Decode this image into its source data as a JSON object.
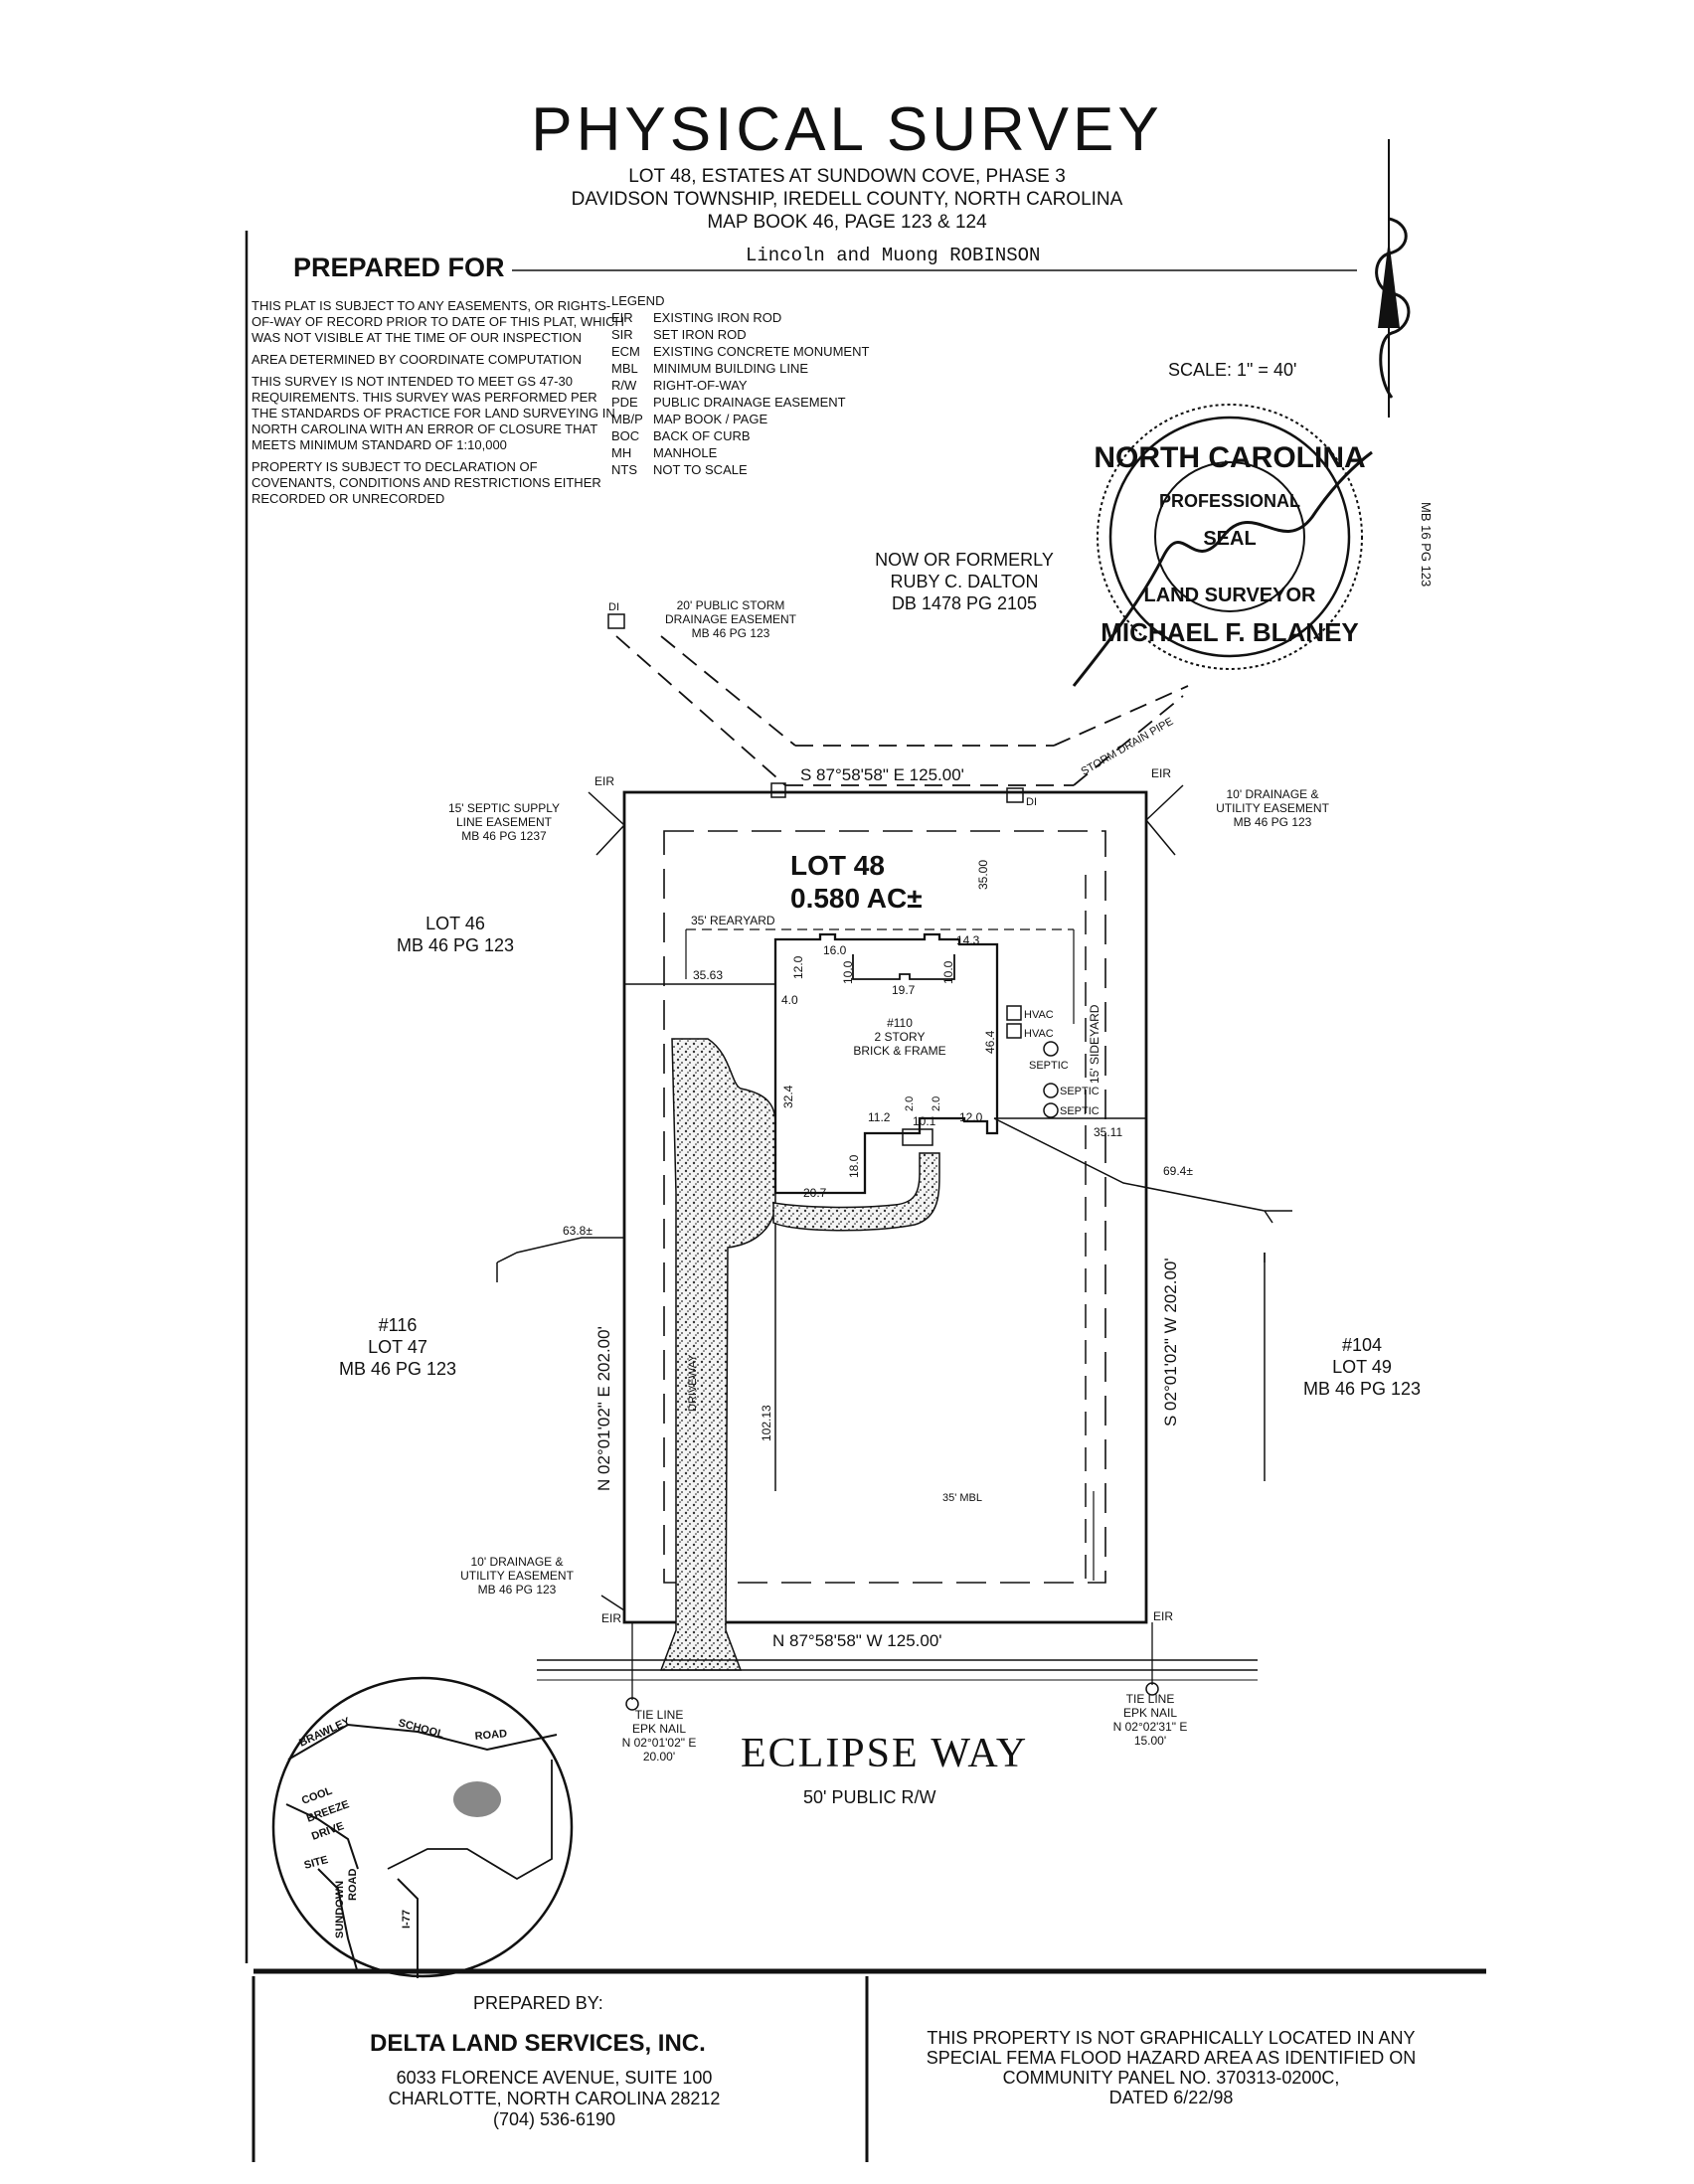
{
  "header": {
    "title": "PHYSICAL SURVEY",
    "line1": "LOT 48, ESTATES AT SUNDOWN COVE, PHASE 3",
    "line2": "DAVIDSON TOWNSHIP, IREDELL COUNTY, NORTH CAROLINA",
    "line3": "MAP BOOK 46, PAGE 123 & 124"
  },
  "prepared_for": {
    "label": "PREPARED FOR",
    "client": "Lincoln and Muong ROBINSON"
  },
  "notes": [
    "THIS PLAT IS SUBJECT TO ANY EASEMENTS, OR RIGHTS-OF-WAY OF RECORD PRIOR TO DATE OF THIS PLAT, WHICH WAS NOT VISIBLE AT THE TIME OF OUR INSPECTION",
    "AREA DETERMINED BY COORDINATE COMPUTATION",
    "THIS SURVEY IS NOT INTENDED TO MEET GS 47-30 REQUIREMENTS. THIS SURVEY WAS PERFORMED PER THE STANDARDS OF PRACTICE FOR LAND SURVEYING IN NORTH CAROLINA WITH AN ERROR OF CLOSURE THAT MEETS MINIMUM STANDARD OF 1:10,000",
    "PROPERTY IS SUBJECT TO DECLARATION OF COVENANTS, CONDITIONS AND RESTRICTIONS EITHER RECORDED OR UNRECORDED"
  ],
  "legend": {
    "title": "LEGEND",
    "items": [
      {
        "k": "EIR",
        "v": "EXISTING IRON ROD"
      },
      {
        "k": "SIR",
        "v": "SET IRON ROD"
      },
      {
        "k": "ECM",
        "v": "EXISTING CONCRETE MONUMENT"
      },
      {
        "k": "MBL",
        "v": "MINIMUM BUILDING LINE"
      },
      {
        "k": "R/W",
        "v": "RIGHT-OF-WAY"
      },
      {
        "k": "PDE",
        "v": "PUBLIC DRAINAGE EASEMENT"
      },
      {
        "k": "MB/P",
        "v": "MAP BOOK / PAGE"
      },
      {
        "k": "BOC",
        "v": "BACK OF CURB"
      },
      {
        "k": "MH",
        "v": "MANHOLE"
      },
      {
        "k": "NTS",
        "v": "NOT TO SCALE"
      }
    ]
  },
  "scale": "SCALE: 1\" = 40'",
  "seal": {
    "top": "NORTH CAROLINA",
    "mid": "PROFESSIONAL",
    "seal": "SEAL",
    "bottom": "LAND SURVEYOR",
    "name": "MICHAEL F. BLANEY"
  },
  "side_ref": "MB 16 PG 123",
  "neighbors": {
    "north": [
      "NOW OR FORMERLY",
      "RUBY C. DALTON",
      "DB 1478 PG 2105"
    ],
    "west_top": [
      "LOT 46",
      "MB 46 PG 123"
    ],
    "west": [
      "#116",
      "LOT 47",
      "MB 46 PG 123"
    ],
    "east": [
      "#104",
      "LOT 49",
      "MB 46 PG 123"
    ]
  },
  "easements": {
    "storm": [
      "20' PUBLIC STORM",
      "DRAINAGE EASEMENT",
      "MB 46 PG 123"
    ],
    "septic": [
      "15' SEPTIC SUPPLY",
      "LINE EASEMENT",
      "MB 46 PG 1237"
    ],
    "drain_ne": [
      "10' DRAINAGE &",
      "UTILITY EASEMENT",
      "MB 46 PG 123"
    ],
    "drain_sw": [
      "10' DRAINAGE &",
      "UTILITY EASEMENT",
      "MB 46 PG 123"
    ]
  },
  "lot": {
    "name": "LOT 48",
    "area": "0.580 AC±"
  },
  "house": [
    "#110",
    "2 STORY",
    "BRICK & FRAME"
  ],
  "bearings": {
    "north": "S 87°58'58\" E 125.00'",
    "east": "S 02°01'02\" W 202.00'",
    "south": "N 87°58'58\" W 125.00'",
    "west": "N 02°01'02\" E 202.00'"
  },
  "labels": {
    "eir": "EIR",
    "di": "DI",
    "rearyard": "35' REARYARD",
    "sideyard": "15' SIDEYARD",
    "mbl": "35' MBL",
    "hvac": "HVAC",
    "septic": "SEPTIC",
    "storm_pipe": "STORM DRAIN PIPE",
    "d35": "35.00",
    "d3563": "35.63",
    "d3511": "35.11",
    "d694": "69.4±",
    "d638": "63.8±",
    "d10213": "102.13",
    "d120": "12.0",
    "d160": "16.0",
    "d100": "10.0",
    "d197": "19.7",
    "d143": "14.3",
    "d40": "4.0",
    "d464": "46.4",
    "d324": "32.4",
    "d112": "11.2",
    "d20": "2.0",
    "d101": "10.1",
    "d180": "18.0",
    "d207": "20.7",
    "driveway": "DRIVEWAY"
  },
  "ties": {
    "left": [
      "TIE LINE",
      "EPK NAIL",
      "N 02°01'02\" E",
      "20.00'"
    ],
    "right": [
      "TIE LINE",
      "EPK NAIL",
      "N 02°02'31\" E",
      "15.00'"
    ]
  },
  "road": {
    "name": "ECLIPSE WAY",
    "rw": "50' PUBLIC R/W"
  },
  "vicinity": {
    "brawley": "BRAWLEY",
    "school": "SCHOOL",
    "road": "ROAD",
    "cool": "COOL",
    "breeze": "BREEZE",
    "drive": "DRIVE",
    "site": "SITE",
    "sundown": "SUNDOWN",
    "sroad": "ROAD",
    "i77": "I-77"
  },
  "footer": {
    "prepared_by": "PREPARED BY:",
    "company": "DELTA LAND SERVICES, INC.",
    "address": [
      "6033 FLORENCE AVENUE, SUITE 100",
      "CHARLOTTE, NORTH CAROLINA 28212",
      "(704) 536-6190"
    ],
    "flood": [
      "THIS PROPERTY IS NOT GRAPHICALLY LOCATED IN ANY",
      "SPECIAL FEMA FLOOD HAZARD AREA AS IDENTIFIED ON",
      "COMMUNITY PANEL NO. 370313-0200C,",
      "DATED 6/22/98"
    ]
  }
}
